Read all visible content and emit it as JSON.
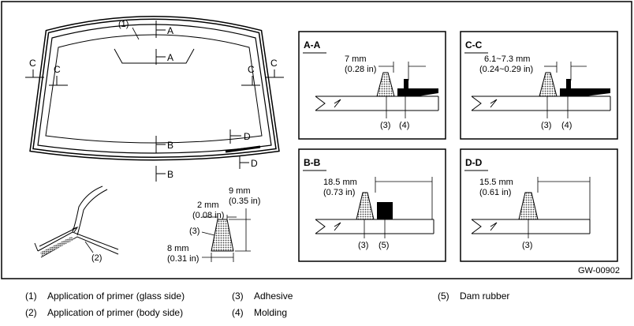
{
  "windshield": {
    "callout_1": "(1)",
    "section_marks": {
      "a_top": "A",
      "a_inner": "A",
      "b_bottom": "B",
      "b_outer": "B",
      "c_left": "C",
      "c_left_inner": "C",
      "c_right_inner": "C",
      "c_right": "C",
      "d_inner": "D",
      "d_outer": "D"
    }
  },
  "corner_detail": {
    "callout_2": "(2)"
  },
  "adhesive_bead": {
    "width": "2 mm",
    "width_in": "(0.08 in)",
    "height": "9 mm",
    "height_in": "(0.35 in)",
    "base": "8 mm",
    "base_in": "(0.31 in)",
    "callout_3": "(3)"
  },
  "sections": {
    "aa": {
      "title": "A-A",
      "dim": "7 mm",
      "dim_in": "(0.28 in)",
      "c3": "(3)",
      "c4": "(4)"
    },
    "cc": {
      "title": "C-C",
      "dim": "6.1~7.3 mm",
      "dim_in": "(0.24~0.29 in)",
      "c3": "(3)",
      "c4": "(4)"
    },
    "bb": {
      "title": "B-B",
      "dim": "18.5 mm",
      "dim_in": "(0.73 in)",
      "c3": "(3)",
      "c5": "(5)"
    },
    "dd": {
      "title": "D-D",
      "dim": "15.5 mm",
      "dim_in": "(0.61 in)",
      "c3": "(3)"
    }
  },
  "figure_id": "GW-00902",
  "legend": [
    {
      "num": "(1)",
      "text": "Application of primer (glass side)"
    },
    {
      "num": "(2)",
      "text": "Application of primer (body side)"
    },
    {
      "num": "(3)",
      "text": "Adhesive"
    },
    {
      "num": "(4)",
      "text": "Molding"
    },
    {
      "num": "(5)",
      "text": "Dam rubber"
    }
  ]
}
